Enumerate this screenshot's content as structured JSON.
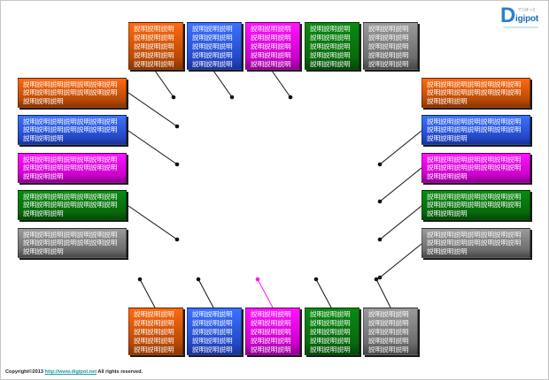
{
  "diagram": {
    "box_text_short": "説明説明説明説明説明説明説明説明説明説明説明説明説明説明説明",
    "box_text_long": "説明説明説明説明説明説明説明説明説明説明説明説明説明説明説明説明説明",
    "colors": {
      "orange": "#ff6a10",
      "blue": "#3c72ff",
      "magenta": "#ff14ff",
      "green": "#0b8a12",
      "gray": "#9a9a9a",
      "connector": "#111111",
      "connector_highlight": "#ff14ff"
    },
    "top_row": [
      {
        "color": "orange",
        "text": "説明説明説明説明説明説明説明説明説明説明説明説明説明説明説明"
      },
      {
        "color": "blue",
        "text": "説明説明説明説明説明説明説明説明説明説明説明説明説明説明説明"
      },
      {
        "color": "magenta",
        "text": "説明説明説明説明説明説明説明説明説明説明説明説明説明説明説明"
      },
      {
        "color": "green",
        "text": "説明説明説明説明説明説明説明説明説明説明説明説明説明説明説明"
      },
      {
        "color": "gray",
        "text": "説明説明説明説明説明説明説明説明説明説明説明説明説明説明説明"
      }
    ],
    "bottom_row": [
      {
        "color": "orange",
        "text": "説明説明説明説明説明説明説明説明説明説明説明説明説明説明説明"
      },
      {
        "color": "blue",
        "text": "説明説明説明説明説明説明説明説明説明説明説明説明説明説明説明"
      },
      {
        "color": "magenta",
        "text": "説明説明説明説明説明説明説明説明説明説明説明説明説明説明説明"
      },
      {
        "color": "green",
        "text": "説明説明説明説明説明説明説明説明説明説明説明説明説明説明説明"
      },
      {
        "color": "gray",
        "text": "説明説明説明説明説明説明説明説明説明説明説明説明説明説明説明"
      }
    ],
    "left_column": [
      {
        "color": "orange",
        "text": "説明説明説明説明説明説明説明説明説明説明説明説明説明説明説明説明説明"
      },
      {
        "color": "blue",
        "text": "説明説明説明説明説明説明説明説明説明説明説明説明説明説明説明説明説明"
      },
      {
        "color": "magenta",
        "text": "説明説明説明説明説明説明説明説明説明説明説明説明説明説明説明説明説明"
      },
      {
        "color": "green",
        "text": "説明説明説明説明説明説明説明説明説明説明説明説明説明説明説明説明説明"
      },
      {
        "color": "gray",
        "text": "説明説明説明説明説明説明説明説明説明説明説明説明説明説明説明説明説明"
      }
    ],
    "right_column": [
      {
        "color": "orange",
        "text": "説明説明説明説明説明説明説明説明説明説明説明説明説明説明説明説明説明"
      },
      {
        "color": "blue",
        "text": "説明説明説明説明説明説明説明説明説明説明説明説明説明説明説明説明説明"
      },
      {
        "color": "magenta",
        "text": "説明説明説明説明説明説明説明説明説明説明説明説明説明説明説明説明説明"
      },
      {
        "color": "green",
        "text": "説明説明説明説明説明説明説明説明説明説明説明説明説明説明説明説明説明"
      },
      {
        "color": "gray",
        "text": "説明説明説明説明説明説明説明説明説明説明説明説明説明説明説明説明説明"
      }
    ]
  },
  "logo": {
    "initial": "D",
    "rest": "igipot",
    "kana": "でじぽっと"
  },
  "footer": {
    "prefix": "Copyright©2013 ",
    "link_text": "http://www.digipot.net",
    "suffix": " All rights reserved."
  }
}
